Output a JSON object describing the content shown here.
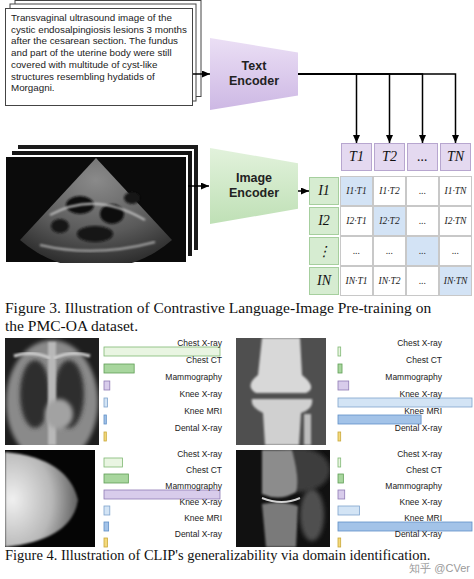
{
  "diagram": {
    "caption": "Figure 3. Illustration of Contrastive Language-Image Pre-training on the PMC-OA dataset.",
    "nodes": [
      {
        "text": [
          "Transvaginal ultrasound image of the cystic endosalpingiosis lesions 3 months after the cesarean section. The fundus and part of the uterine body were still covered with multitude of cyst-like structures resembling hydatids of Morgagni."
        ]
      },
      {
        "text": [
          "Text Encoder"
        ]
      },
      {
        "text": [
          "Image Encoder"
        ]
      },
      {
        "text": [
          "T1"
        ]
      },
      {
        "text": [
          "T2"
        ]
      },
      {
        "text": [
          "..."
        ]
      },
      {
        "text": [
          "TN"
        ]
      },
      {
        "text": [
          "I1"
        ]
      },
      {
        "text": [
          "I2"
        ]
      },
      {
        "text": [
          "⋮"
        ]
      },
      {
        "text": [
          "IN"
        ]
      },
      {
        "text": [
          "I1·T1"
        ]
      },
      {
        "text": [
          "I1·T2"
        ]
      },
      {
        "text": [
          "..."
        ]
      },
      {
        "text": [
          "I1·TN"
        ]
      },
      {
        "text": [
          "I2·T1"
        ]
      },
      {
        "text": [
          "I2·T2"
        ]
      },
      {
        "text": [
          "..."
        ]
      },
      {
        "text": [
          "I2·TN"
        ]
      },
      {
        "text": [
          "..."
        ]
      },
      {
        "text": [
          "..."
        ]
      },
      {
        "text": [
          "..."
        ]
      },
      {
        "text": [
          "..."
        ]
      },
      {
        "text": [
          "IN·T1"
        ]
      },
      {
        "text": [
          "IN·T2"
        ]
      },
      {
        "text": [
          "..."
        ]
      },
      {
        "text": [
          "IN·TN"
        ]
      }
    ],
    "edges": [
      {
        "from": 0,
        "to": 1,
        "arrow": "to"
      },
      {
        "from": 1,
        "to": 3,
        "arrow": "to"
      },
      {
        "from": 1,
        "to": 4,
        "arrow": "to"
      },
      {
        "from": 1,
        "to": 5,
        "arrow": "to"
      },
      {
        "from": 1,
        "to": 6,
        "arrow": "to"
      },
      {
        "from": 2,
        "to": 7,
        "arrow": "to"
      }
    ],
    "labels": [
      "Figure 4. Illustration of CLIP's generalizability via domain identification.",
      "Chest X-ray",
      "Chest CT",
      "Mammography",
      "Knee X-ray",
      "Knee MRI",
      "Dental X-ray",
      "Chest X-ray",
      "Chest CT",
      "Mammography",
      "Knee X-ray",
      "Knee MRI",
      "Dental X-ray",
      "Chest X-ray",
      "Chest CT",
      "Mammography",
      "Knee X-ray",
      "Knee MRI",
      "Dental X-ray",
      "Chest X-ray",
      "Chest CT",
      "Mammography",
      "Knee X-ray",
      "Knee MRI",
      "Dental X-ray",
      "知乎 @CVer"
    ]
  }
}
